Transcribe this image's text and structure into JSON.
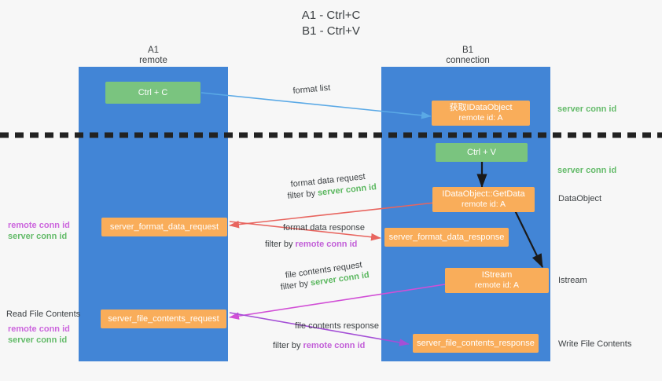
{
  "title": "A1 - Ctrl+C\nB1 - Ctrl+V",
  "lanes": [
    {
      "name": "lane-a1",
      "header": "A1\nremote"
    },
    {
      "name": "lane-b1",
      "header": "B1\nconnection"
    }
  ],
  "nodes": {
    "ctrl_c": {
      "line1": "Ctrl + C",
      "line2": ""
    },
    "get_idataobject": {
      "line1": "获取IDataObject",
      "line2": "remote id: A"
    },
    "ctrl_v": {
      "line1": "Ctrl + V",
      "line2": ""
    },
    "getdata": {
      "line1": "IDataObject::GetData",
      "line2": "remote id: A"
    },
    "istream": {
      "line1": "IStream",
      "line2": "remote id: A"
    },
    "server_format_data_request": {
      "line1": "server_format_data_request",
      "line2": ""
    },
    "server_format_data_response": {
      "line1": "server_format_data_response",
      "line2": ""
    },
    "server_file_contents_request": {
      "line1": "server_file_contents_request",
      "line2": ""
    },
    "server_file_contents_response": {
      "line1": "server_file_contents_response",
      "line2": ""
    }
  },
  "arrow_labels": {
    "format_list": "format list",
    "format_data_request": "format data request",
    "format_data_request_filter_prefix": "filter by ",
    "format_data_request_filter_key": "server conn id",
    "format_data_response": "format data response",
    "format_data_response_filter_prefix": "filter by ",
    "format_data_response_filter_key": "remote conn id",
    "file_contents_request": "file contents request",
    "file_contents_request_filter_prefix": "filter by ",
    "file_contents_request_filter_key": "server conn id",
    "file_contents_response": "file contents response",
    "file_contents_response_filter_prefix": "filter by ",
    "file_contents_response_filter_key": "remote conn id"
  },
  "margin_labels": {
    "right_server_conn_top": "server conn id",
    "right_server_conn_mid": "server conn id",
    "right_dataobject": "DataObject",
    "right_istream": "Istream",
    "right_write_file_contents": "Write File Contents",
    "left_remote_conn_1": "remote conn id",
    "left_server_conn_1": "server conn id",
    "left_read_file_contents": "Read File Contents",
    "left_remote_conn_2": "remote conn id",
    "left_server_conn_2": "server conn id"
  },
  "colors": {
    "lane": "#4285d6",
    "node_orange": "#f9ad5a",
    "node_green": "#7ac47f",
    "server_conn_id": "#5cb860",
    "remote_conn_id": "#c25fd8",
    "divider": "#222222",
    "arrow_blue": "#5aa9e6",
    "arrow_red": "#e8655f",
    "arrow_magenta": "#d14fd6",
    "arrow_purple": "#a44fd6",
    "arrow_dark": "#1a1a1a"
  }
}
